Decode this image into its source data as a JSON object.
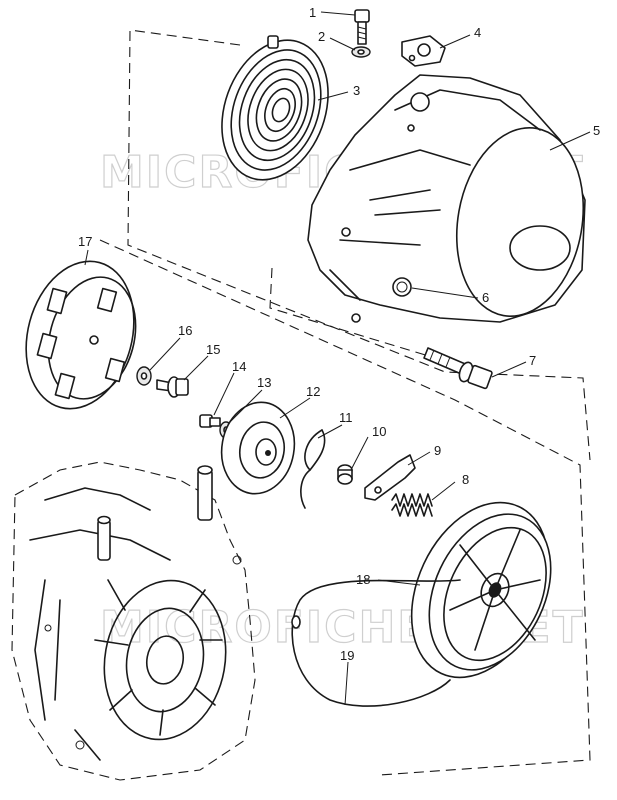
{
  "watermarks": [
    "MICROFICHES.NET",
    "MICROFICHES.NET"
  ],
  "callouts": [
    "1",
    "2",
    "3",
    "4",
    "5",
    "6",
    "7",
    "8",
    "9",
    "10",
    "11",
    "12",
    "13",
    "14",
    "15",
    "16",
    "17",
    "18",
    "19"
  ]
}
